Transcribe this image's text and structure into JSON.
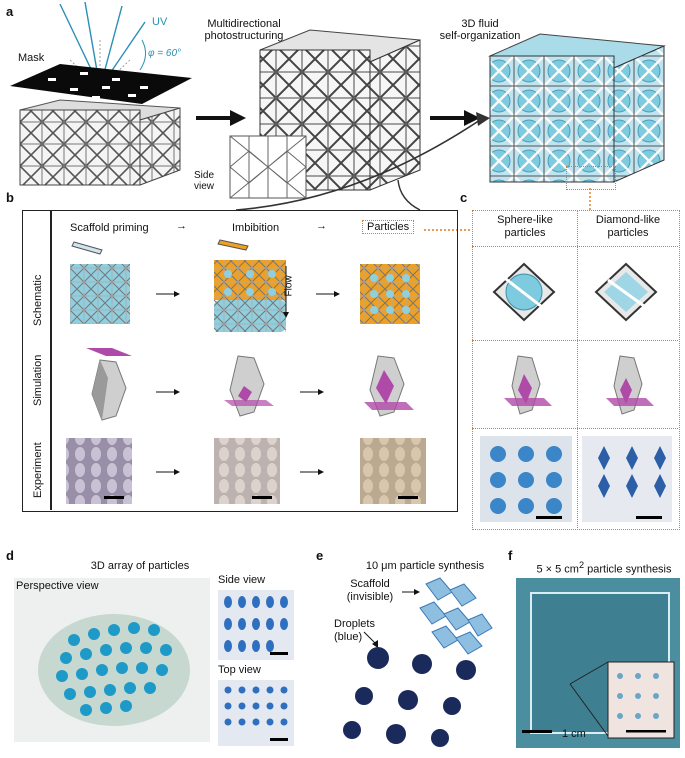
{
  "panel_a": {
    "label": "a",
    "mask": "Mask",
    "uv": "UV",
    "phi": "φ = 60°",
    "title_mid_1": "Multidirectional",
    "title_mid_2": "photostructuring",
    "title_right_1": "3D fluid",
    "title_right_2": "self-organization",
    "side_view": "Side view",
    "colors": {
      "fluid": "#7ecbe0",
      "uv": "#2a8fb5",
      "strut": "#e8e8e8"
    }
  },
  "panel_b": {
    "label": "b",
    "steps": [
      "Scaffold priming",
      "Imbibition",
      "Particles"
    ],
    "arrow": "→",
    "rows": [
      "Schematic",
      "Simulation",
      "Experiment"
    ],
    "flow": "Flow",
    "colors": {
      "orange": "#f0a020",
      "blue": "#8fcfe0",
      "magenta": "#b04aa8"
    }
  },
  "panel_c": {
    "label": "c",
    "col1_1": "Sphere-like",
    "col1_2": "particles",
    "col2_1": "Diamond-like",
    "col2_2": "particles",
    "frame_color": "#e07a1f"
  },
  "panel_d": {
    "label": "d",
    "title": "3D array of particles",
    "perspective": "Perspective view",
    "side": "Side view",
    "top": "Top view"
  },
  "panel_e": {
    "label": "e",
    "title": "10 μm particle synthesis",
    "scaffold_1": "Scaffold",
    "scaffold_2": "(invisible)",
    "droplets_1": "Droplets",
    "droplets_2": "(blue)"
  },
  "panel_f": {
    "label": "f",
    "title_pre": "5 × 5 cm",
    "title_sup": "2",
    "title_post": " particle synthesis",
    "scale": "1 cm"
  }
}
